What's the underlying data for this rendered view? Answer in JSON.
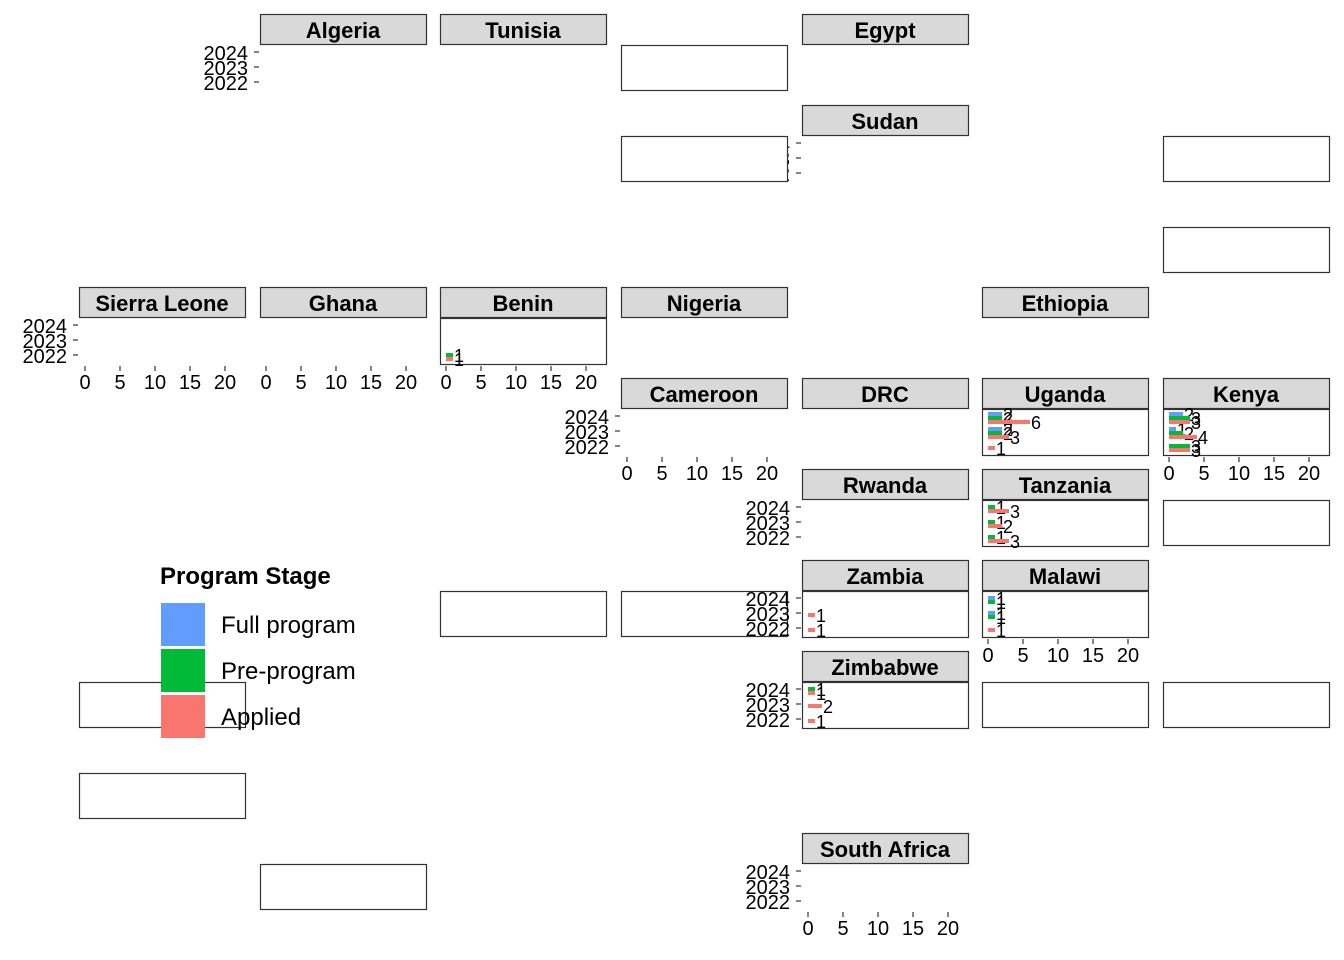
{
  "chart_data": {
    "type": "bar",
    "orientation": "horizontal",
    "layout": "geofacet-grid",
    "categories": [
      "2022",
      "2023",
      "2024"
    ],
    "xlim": [
      0,
      22
    ],
    "xticks": [
      "0",
      "5",
      "10",
      "15",
      "20"
    ],
    "legend": {
      "title": "Program Stage",
      "placement": "left",
      "entries": [
        {
          "key": "full",
          "name": "Full program",
          "color": "#619CFF"
        },
        {
          "key": "pre",
          "name": "Pre-program",
          "color": "#00BA38"
        },
        {
          "key": "applied",
          "name": "Applied",
          "color": "#F8766D"
        }
      ]
    },
    "panels": [
      {
        "name": "Algeria",
        "col": 1,
        "row": 0,
        "bars": {}
      },
      {
        "name": "Tunisia",
        "col": 2,
        "row": 0,
        "bars": {}
      },
      {
        "name": "",
        "col": 3,
        "row": 0,
        "blank": true
      },
      {
        "name": "Egypt",
        "col": 4,
        "row": 0,
        "bars": {}
      },
      {
        "name": "Sudan",
        "col": 4,
        "row": 1,
        "bars": {}
      },
      {
        "name": "",
        "col": 3,
        "row": 1,
        "blank": true
      },
      {
        "name": "",
        "col": 6,
        "row": 1,
        "blank": true
      },
      {
        "name": "",
        "col": 6,
        "row": 2,
        "blank": true
      },
      {
        "name": "Sierra Leone",
        "col": 0,
        "row": 3,
        "bars": {}
      },
      {
        "name": "Ghana",
        "col": 1,
        "row": 3,
        "bars": {}
      },
      {
        "name": "Benin",
        "col": 2,
        "row": 3,
        "bars": {
          "2022": {
            "applied": 1,
            "pre": 1
          }
        }
      },
      {
        "name": "Nigeria",
        "col": 3,
        "row": 3,
        "bars": {}
      },
      {
        "name": "Ethiopia",
        "col": 5,
        "row": 3,
        "bars": {}
      },
      {
        "name": "Cameroon",
        "col": 3,
        "row": 4,
        "bars": {}
      },
      {
        "name": "DRC",
        "col": 4,
        "row": 4,
        "bars": {}
      },
      {
        "name": "Uganda",
        "col": 5,
        "row": 4,
        "bars": {
          "2024": {
            "applied": 6,
            "pre": 2,
            "full": 2
          },
          "2023": {
            "applied": 3,
            "pre": 2,
            "full": 2
          },
          "2022": {
            "applied": 1
          }
        }
      },
      {
        "name": "Kenya",
        "col": 6,
        "row": 4,
        "bars": {
          "2024": {
            "applied": 3,
            "pre": 3,
            "full": 2
          },
          "2023": {
            "applied": 4,
            "pre": 2,
            "full": 1
          },
          "2022": {
            "applied": 3,
            "pre": 3
          }
        }
      },
      {
        "name": "Rwanda",
        "col": 4,
        "row": 5,
        "bars": {}
      },
      {
        "name": "Tanzania",
        "col": 5,
        "row": 5,
        "bars": {
          "2024": {
            "applied": 3,
            "pre": 1
          },
          "2023": {
            "applied": 2,
            "pre": 1
          },
          "2022": {
            "applied": 3,
            "pre": 1
          }
        }
      },
      {
        "name": "",
        "col": 6,
        "row": 5,
        "blank": true
      },
      {
        "name": "",
        "col": 2,
        "row": 6,
        "blank": true
      },
      {
        "name": "",
        "col": 3,
        "row": 6,
        "blank": true
      },
      {
        "name": "Zambia",
        "col": 4,
        "row": 6,
        "bars": {
          "2023": {
            "applied": 1
          },
          "2022": {
            "applied": 1
          }
        }
      },
      {
        "name": "Malawi",
        "col": 5,
        "row": 6,
        "bars": {
          "2024": {
            "pre": 1,
            "full": 1
          },
          "2023": {
            "pre": 1,
            "full": 1
          },
          "2022": {
            "applied": 1
          }
        }
      },
      {
        "name": "",
        "col": 0,
        "row": 7,
        "blank": true
      },
      {
        "name": "Zimbabwe",
        "col": 4,
        "row": 7,
        "bars": {
          "2024": {
            "pre": 1,
            "applied": 1
          },
          "2023": {
            "applied": 2
          },
          "2022": {
            "applied": 1
          }
        }
      },
      {
        "name": "",
        "col": 5,
        "row": 7,
        "blank": true
      },
      {
        "name": "",
        "col": 6,
        "row": 7,
        "blank": true
      },
      {
        "name": "",
        "col": 0,
        "row": 8,
        "blank": true
      },
      {
        "name": "",
        "col": 1,
        "row": 9,
        "blank": true
      },
      {
        "name": "South Africa",
        "col": 4,
        "row": 9,
        "bars": {}
      }
    ],
    "y_axis_panels": [
      "Algeria",
      "Sudan",
      "Sierra Leone",
      "Cameroon",
      "Rwanda",
      "Zambia",
      "Zimbabwe",
      "South Africa"
    ],
    "x_axis_panels": [
      "Sierra Leone",
      "Ghana",
      "Benin",
      "Cameroon",
      "Kenya",
      "Malawi",
      "South Africa"
    ]
  }
}
